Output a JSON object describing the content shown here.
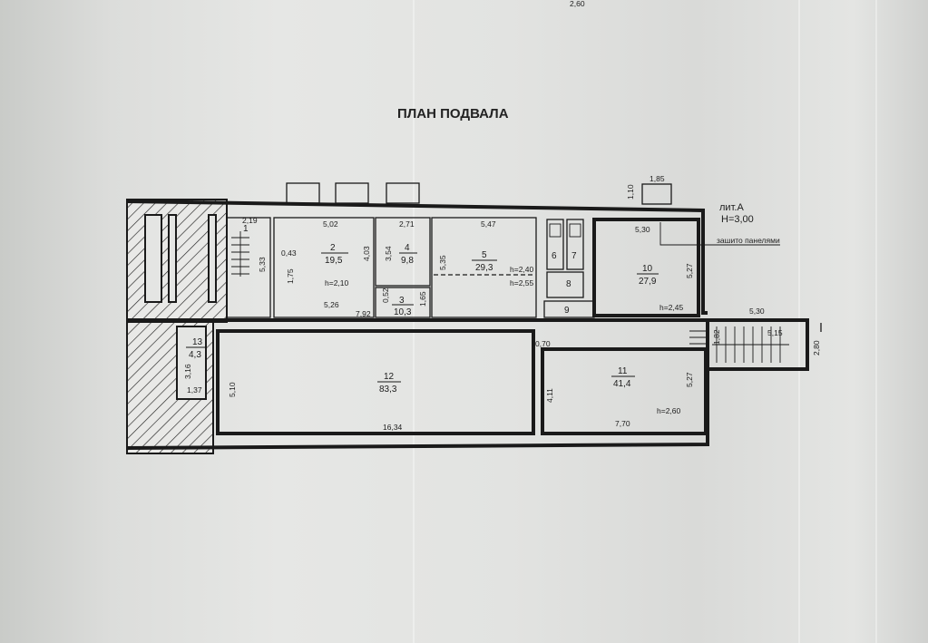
{
  "top_dimension": "2,60",
  "title": "ПЛАН ПОДВАЛА",
  "legend": {
    "lit": "лит.А",
    "height": "H=3,00",
    "note": "зашито панелями"
  },
  "rooms": [
    {
      "id": "r1",
      "number": "1",
      "area": ""
    },
    {
      "id": "r2",
      "number": "2",
      "area": "19,5"
    },
    {
      "id": "r3",
      "number": "3",
      "area": "10,3"
    },
    {
      "id": "r4",
      "number": "4",
      "area": "9,8"
    },
    {
      "id": "r5",
      "number": "5",
      "area": "29,3"
    },
    {
      "id": "r6",
      "number": "6",
      "area": ""
    },
    {
      "id": "r7",
      "number": "7",
      "area": ""
    },
    {
      "id": "r8",
      "number": "8",
      "area": ""
    },
    {
      "id": "r9",
      "number": "9",
      "area": ""
    },
    {
      "id": "r10",
      "number": "10",
      "area": "27,9"
    },
    {
      "id": "r11",
      "number": "11",
      "area": "41,4"
    },
    {
      "id": "r12",
      "number": "12",
      "area": "83,3"
    },
    {
      "id": "r13",
      "number": "13",
      "area": "4,3"
    }
  ],
  "dimensions": {
    "d_2_19": "2,19",
    "d_5_02": "5,02",
    "d_2_71": "2,71",
    "d_5_47": "5,47",
    "d_1_85": "1,85",
    "d_1_10": "1,10",
    "d_5_30_top": "5,30",
    "d_0_43": "0,43",
    "d_5_33": "5,33",
    "d_1_75": "1,75",
    "d_4_03": "4,03",
    "d_3_54": "3,54",
    "d_5_35": "5,35",
    "d_5_26": "5,26",
    "d_7_92": "7,92",
    "d_0_52": "0,52",
    "d_1_65": "1,65",
    "d_5_27_top": "5,27",
    "d_5_30_right": "5,30",
    "d_0_70": "0,70",
    "d_1_82": "1,82",
    "d_5_15": "5,15",
    "d_2_80": "2,80",
    "d_3_16": "3,16",
    "d_1_37": "1,37",
    "d_5_10": "5,10",
    "d_16_34": "16,34",
    "d_4_11": "4,11",
    "d_5_27_bottom": "5,27",
    "d_7_70": "7,70"
  },
  "heights": {
    "h2": "h=2,10",
    "h5a": "h=2,40",
    "h5b": "h=2,55",
    "h10": "h=2,45",
    "h11": "h=2,60"
  }
}
